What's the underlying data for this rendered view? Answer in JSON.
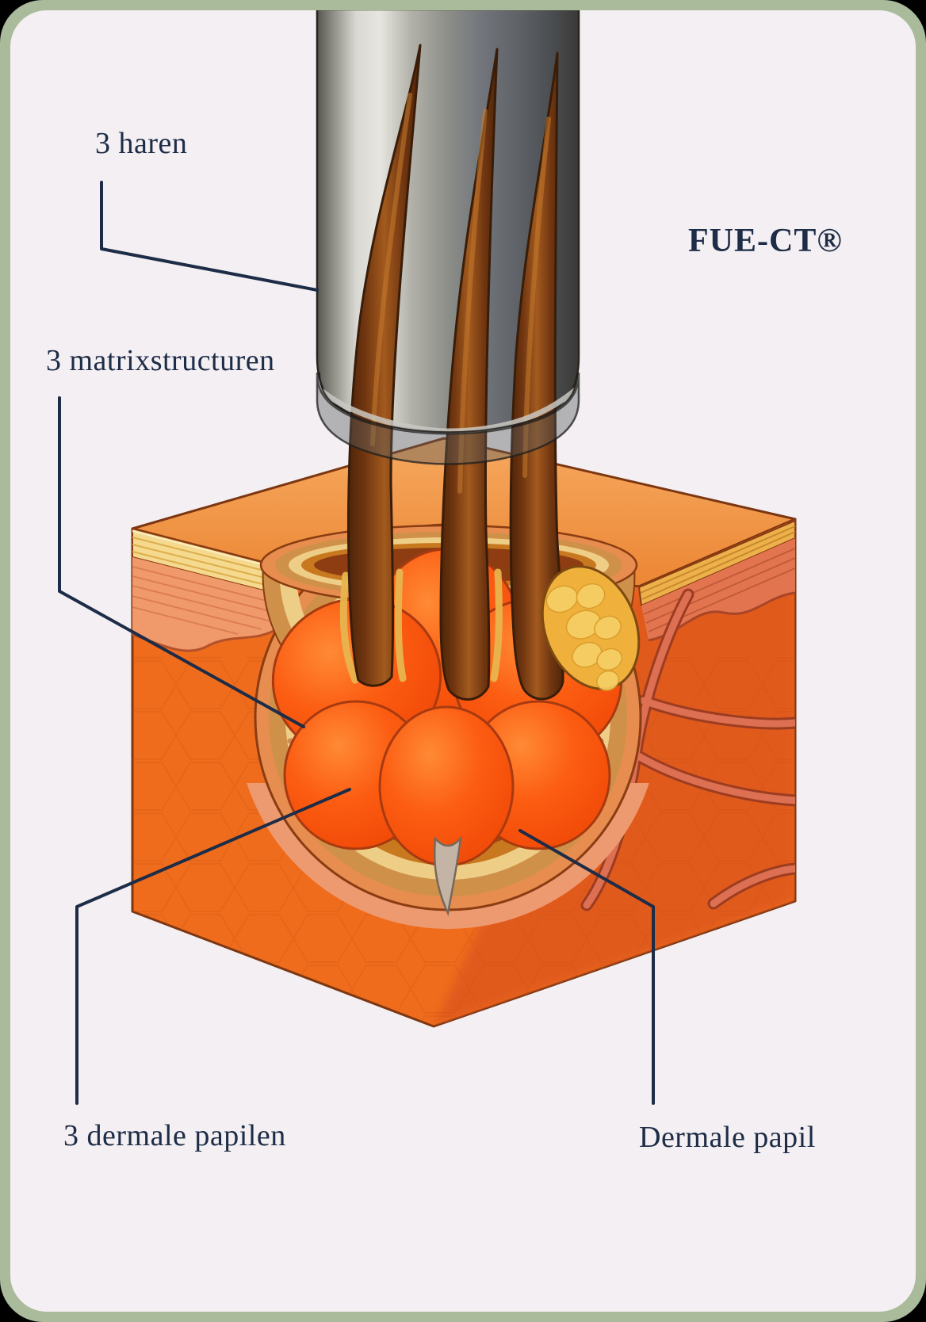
{
  "frame": {
    "outside_bg": "#000000",
    "border_color": "#a9bb9b",
    "card_bg": "#f4eff2"
  },
  "brand": {
    "label": "FUE-CT®"
  },
  "annotations": {
    "color": "#1d2c47",
    "hairs": {
      "text": "3 haren"
    },
    "matrix": {
      "text": "3 matrixstructuren"
    },
    "papillae": {
      "text": "3 dermale papilen"
    },
    "papilla": {
      "text": "Dermale papil"
    }
  },
  "illustration_colors": {
    "punch_tool_metal_light": "#e6e5df",
    "punch_tool_metal_dark": "#4c4f52",
    "hair_dark": "#4f2509",
    "hair_light": "#a25a1e",
    "skin_top_face": "#f0913f",
    "epidermis_cream": "#f5d98e",
    "dermis_salmon": "#f0996a",
    "subcutis_orange": "#ef6c1d",
    "right_face_orange": "#e05a1c",
    "sheath_tan": "#cf9149",
    "sheath_cream": "#eecd86",
    "bulb_interior": "#a3470e",
    "lobe_red_orange": "#fc5c12",
    "sebaceous_gland_gold": "#efb13c",
    "vessel_salmon": "#dd6f52",
    "root_spike_gray": "#c3b4a6"
  }
}
